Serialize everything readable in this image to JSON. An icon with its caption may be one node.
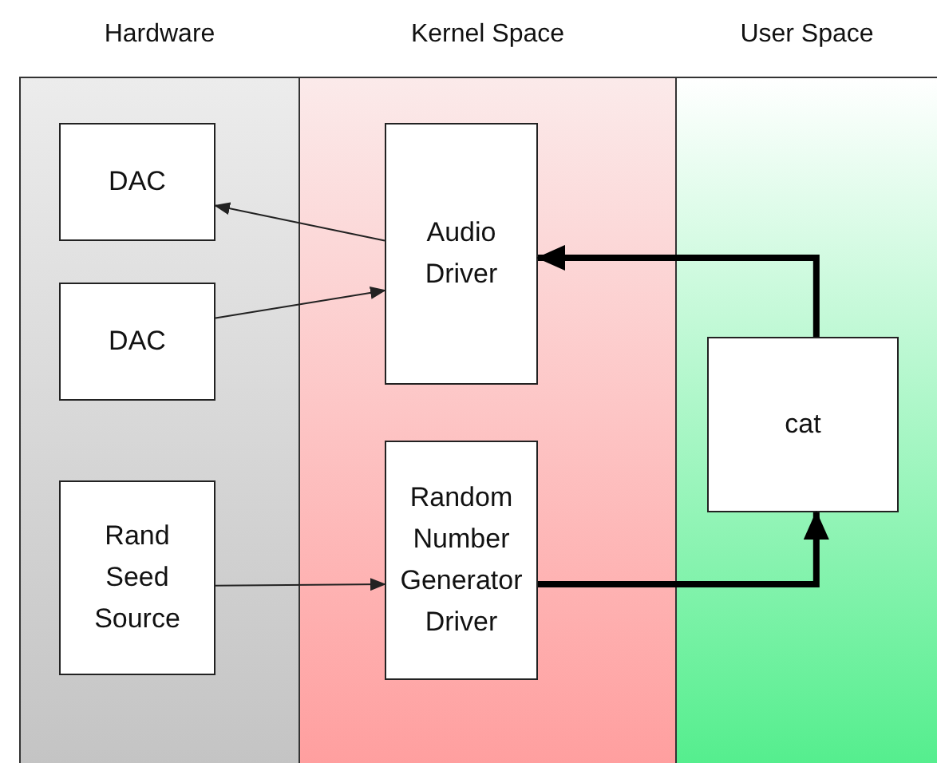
{
  "diagram": {
    "nodes": [
      {
        "text": [
          "Hardware"
        ]
      },
      {
        "text": [
          "Kernel Space"
        ]
      },
      {
        "text": [
          "User Space"
        ]
      },
      {
        "text": [
          "DAC"
        ],
        "in": 0
      },
      {
        "text": [
          "DAC"
        ],
        "in": 0
      },
      {
        "text": [
          "Rand Seed Source"
        ],
        "in": 0
      },
      {
        "text": [
          "Audio Driver"
        ],
        "in": 1
      },
      {
        "text": [
          "Random Number Generator Driver"
        ],
        "in": 1
      },
      {
        "text": [
          "cat"
        ],
        "in": 2
      }
    ],
    "edges": [
      {
        "from": 6,
        "to": 3,
        "arrow": "to"
      },
      {
        "from": 4,
        "to": 6,
        "arrow": "to"
      },
      {
        "from": 5,
        "to": 7,
        "arrow": "to"
      },
      {
        "from": 8,
        "to": 6,
        "arrow": "to",
        "style": "thick"
      },
      {
        "from": 7,
        "to": 8,
        "arrow": "to",
        "style": "thick"
      }
    ]
  }
}
